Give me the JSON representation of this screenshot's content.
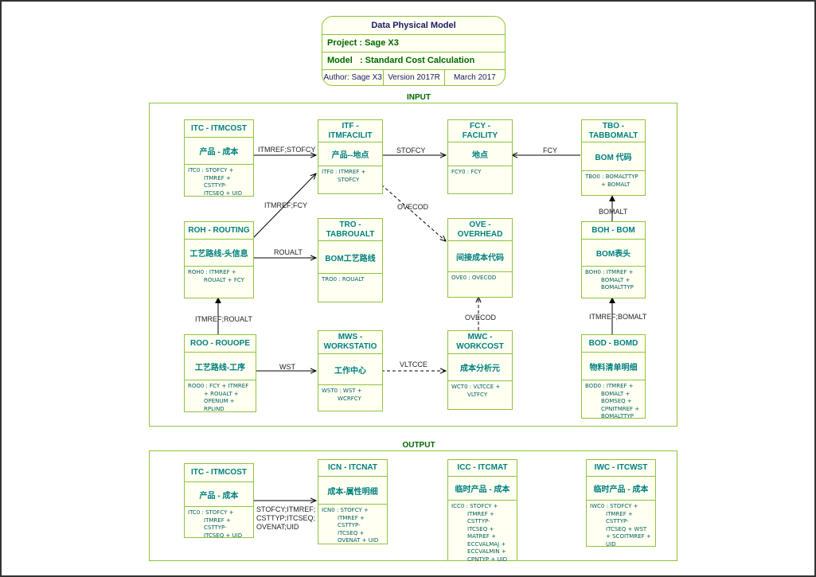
{
  "title_block": {
    "title": "Data Physical Model",
    "project": "Project : Sage X3",
    "model": "Model   : Standard Cost Calculation",
    "author": "Author: Sage X3",
    "version": "Version 2017R",
    "date": "March 2017"
  },
  "sections": {
    "input": "INPUT",
    "output": "OUTPUT"
  },
  "entities": {
    "itc_in": {
      "header": "ITC - ITMCOST",
      "comment": "产品 - 成本",
      "keys": "ITC0 : STOFCY +\n         ITMREF +\n         CSTTYP-\n         ITCSEQ + UID"
    },
    "itf": {
      "header": "ITF -\nITMFACILIT",
      "comment": "产品--地点",
      "keys": "ITF0 : ITMREF +\n         STOFCY"
    },
    "fcy": {
      "header": "FCY -\nFACILITY",
      "comment": "地点",
      "keys": "FCY0 : FCY"
    },
    "tbo": {
      "header": "TBO -\nTABBOMALT",
      "comment": "BOM 代码",
      "keys": "TBO0 : BOMALTTYP\n         + BOMALT"
    },
    "roh": {
      "header": "ROH - ROUTING",
      "comment": "工艺路线-头信息",
      "keys": "ROH0 : ITMREF +\n         ROUALT + FCY"
    },
    "tro": {
      "header": "TRO -\nTABROUALT",
      "comment": "BOM工艺路线",
      "keys": "TRO0 : ROUALT"
    },
    "ove": {
      "header": "OVE -\nOVERHEAD",
      "comment": "间接成本代码",
      "keys": "OVE0 : OVECOD"
    },
    "boh": {
      "header": "BOH - BOM",
      "comment": "BOM表头",
      "keys": "BOH0 : ITMREF +\n         BOMALT +\n         BOMALTTYP"
    },
    "roo": {
      "header": "ROO - ROUOPE",
      "comment": "工艺路线-工序",
      "keys": "ROO0 : FCY + ITMREF\n         + ROUALT +\n         OPENUM +\n         RPLIND"
    },
    "mws": {
      "header": "MWS -\nWORKSTATIO",
      "comment": "工作中心",
      "keys": "WST0 : WST +\n         WCRFCY"
    },
    "mwc": {
      "header": "MWC -\nWORKCOST",
      "comment": "成本分析元",
      "keys": "WCT0 : VLTCCE +\n         VLTFCY"
    },
    "bod": {
      "header": "BOD - BOMD",
      "comment": "物料清单明细",
      "keys": "BOD0 : ITMREF +\n         BOMALT +\n         BOMSEQ +\n         CPNITMREF +\n         BOMALTTYP"
    },
    "itc_out": {
      "header": "ITC - ITMCOST",
      "comment": "产品 - 成本",
      "keys": "ITC0 : STOFCY +\n         ITMREF +\n         CSTTYP-\n         ITCSEQ + UID"
    },
    "icn": {
      "header": "ICN - ITCNAT",
      "comment": "成本-属性明细",
      "keys": "ICN0 : STOFCY +\n         ITMREF +\n         CSTTYP-\n         ITCSEQ +\n         OVENAT + UID"
    },
    "icc": {
      "header": "ICC - ITCMAT",
      "comment": "临时产品 - 成本",
      "keys": "ICC0 : STOFCY +\n         ITMREF +\n         CSTTYP-\n         ITCSEQ +\n         MATREF +\n         ECCVALMAJ +\n         ECCVALMIN +\n         CPNTYP + UID"
    },
    "iwc": {
      "header": "IWC - ITCWST",
      "comment": "临时产品 - 成本",
      "keys": "IWC0 : STOFCY +\n         ITMREF +\n         CSTTYP-\n         ITCSEQ + WST\n         + SCOITMREF +\n         UID"
    }
  },
  "links": {
    "itc_itf": "ITMREF;STOFCY",
    "roh_itf": "ITMREF;FCY",
    "itf_fcy": "STOFCY",
    "tbo_fcy": "FCY",
    "itf_ove": "OVECOD",
    "roh_tro": "ROUALT",
    "boh_tbo": "BOMALT",
    "roo_roh": "ITMREF;ROUALT",
    "bod_boh": "ITMREF;BOMALT",
    "mwc_ove": "OVECOD",
    "roo_mws": "WST",
    "mws_mwc": "VLTCCE",
    "itc_icn": "STOFCY;ITMREF;\nCSTTYP;ITCSEQ;\nOVENAT;UID"
  }
}
